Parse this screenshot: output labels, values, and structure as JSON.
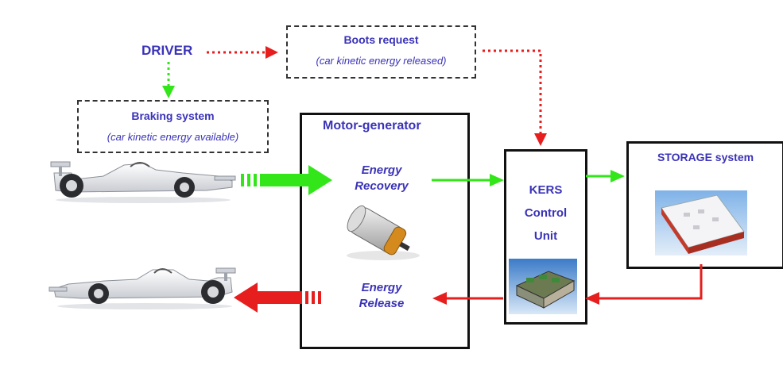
{
  "driver": {
    "label": "DRIVER"
  },
  "boost_box": {
    "title": "Boots request",
    "subtitle": "(car kinetic energy released)"
  },
  "braking_box": {
    "title": "Braking system",
    "subtitle": "(car kinetic energy available)"
  },
  "motor_box": {
    "title": "Motor-generator",
    "recovery_line1": "Energy",
    "recovery_line2": "Recovery",
    "release_line1": "Energy",
    "release_line2": "Release"
  },
  "kers_box": {
    "line1": "KERS",
    "line2": "Control",
    "line3": "Unit"
  },
  "storage_box": {
    "title": "STORAGE system"
  },
  "colors": {
    "text": "#3a33b8",
    "green_flow": "#33e61a",
    "red_flow": "#e61e1e",
    "box_border": "#111111"
  },
  "icons": [
    "race-car-icon",
    "motor-icon",
    "control-unit-icon",
    "battery-pack-icon"
  ]
}
